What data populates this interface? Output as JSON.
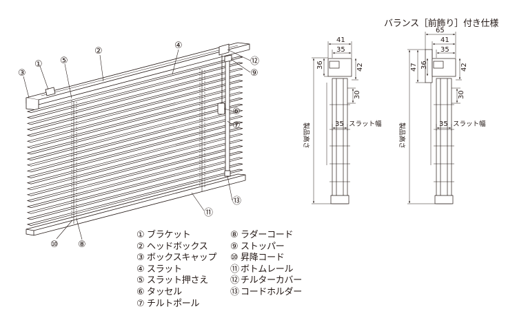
{
  "valance_title": "バランス［前飾り］付き仕様",
  "callouts": [
    "①",
    "②",
    "③",
    "④",
    "⑤",
    "⑥",
    "⑦",
    "⑧",
    "⑨",
    "⑩",
    "⑪",
    "⑫",
    "⑬"
  ],
  "legend_left": [
    {
      "num": "①",
      "label": "ブラケット"
    },
    {
      "num": "②",
      "label": "ヘッドボックス"
    },
    {
      "num": "③",
      "label": "ボックスキャップ"
    },
    {
      "num": "④",
      "label": "スラット"
    },
    {
      "num": "⑤",
      "label": "スラット押さえ"
    },
    {
      "num": "⑥",
      "label": "タッセル"
    },
    {
      "num": "⑦",
      "label": "チルトポール"
    }
  ],
  "legend_right": [
    {
      "num": "⑧",
      "label": "ラダーコード"
    },
    {
      "num": "⑨",
      "label": "ストッパー"
    },
    {
      "num": "⑩",
      "label": "昇降コード"
    },
    {
      "num": "⑪",
      "label": "ボトムレール"
    },
    {
      "num": "⑫",
      "label": "チルターカバー"
    },
    {
      "num": "⑬",
      "label": "コードホルダー"
    }
  ],
  "section_standard": {
    "dims": {
      "w41": "41",
      "w35": "35",
      "h36": "36",
      "h42": "42",
      "h30": "30",
      "slat35": "35"
    },
    "slat_label": "スラット幅",
    "height_label": "製品高さ"
  },
  "section_valance": {
    "dims": {
      "w65": "65",
      "w41": "41",
      "w35": "35",
      "h47": "47",
      "h36": "36",
      "h42": "42",
      "h30": "30",
      "slat35": "35"
    },
    "slat_label": "スラット幅",
    "height_label": "製品高さ"
  }
}
